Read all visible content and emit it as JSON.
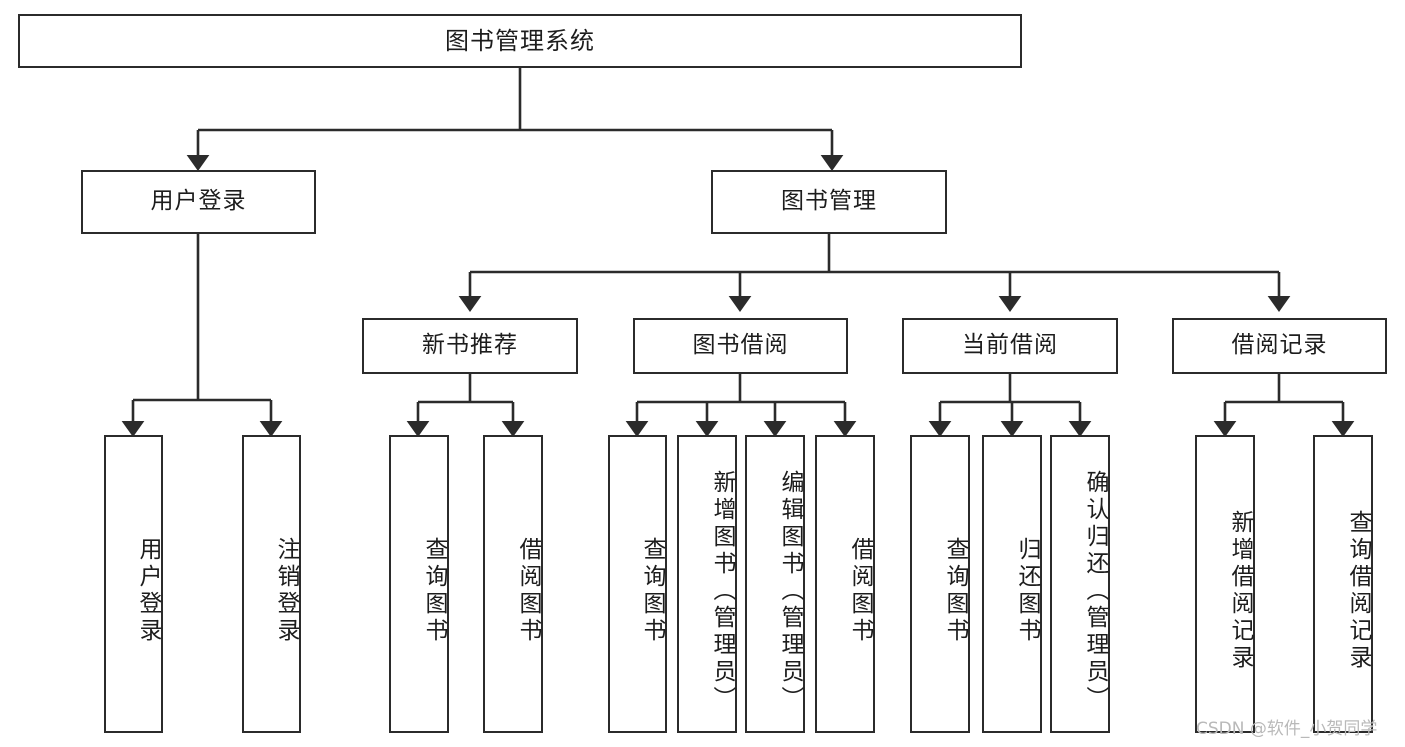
{
  "diagram": {
    "title": "图书管理系统",
    "type": "tree",
    "watermark": "CSDN @软件_小贺同学",
    "colors": {
      "border": "#2b2b2b",
      "background": "#ffffff",
      "text": "#1d1d1d",
      "watermark": "#b9b9b9"
    },
    "nodes": {
      "root": {
        "label": "图书管理系统"
      },
      "level2": [
        {
          "id": "user-login",
          "label": "用户登录"
        },
        {
          "id": "book-management",
          "label": "图书管理"
        }
      ],
      "level3": [
        {
          "id": "new-book-recommend",
          "label": "新书推荐"
        },
        {
          "id": "book-borrow",
          "label": "图书借阅"
        },
        {
          "id": "current-borrow",
          "label": "当前借阅"
        },
        {
          "id": "borrow-record",
          "label": "借阅记录"
        }
      ],
      "leaves": [
        {
          "id": "leaf-user-login",
          "label": "用户登录",
          "parent": "user-login"
        },
        {
          "id": "leaf-logout",
          "label": "注销登录",
          "parent": "user-login"
        },
        {
          "id": "leaf-query-book-1",
          "label": "查询图书",
          "parent": "new-book-recommend"
        },
        {
          "id": "leaf-borrow-book-1",
          "label": "借阅图书",
          "parent": "new-book-recommend"
        },
        {
          "id": "leaf-query-book-2",
          "label": "查询图书",
          "parent": "book-borrow"
        },
        {
          "id": "leaf-add-book",
          "label": "新增图书（管理员）",
          "parent": "book-borrow"
        },
        {
          "id": "leaf-edit-book",
          "label": "编辑图书（管理员）",
          "parent": "book-borrow"
        },
        {
          "id": "leaf-borrow-book-2",
          "label": "借阅图书",
          "parent": "book-borrow"
        },
        {
          "id": "leaf-query-book-3",
          "label": "查询图书",
          "parent": "current-borrow"
        },
        {
          "id": "leaf-return-book",
          "label": "归还图书",
          "parent": "current-borrow"
        },
        {
          "id": "leaf-confirm-return",
          "label": "确认归还（管理员）",
          "parent": "current-borrow"
        },
        {
          "id": "leaf-add-record",
          "label": "新增借阅记录",
          "parent": "borrow-record"
        },
        {
          "id": "leaf-query-record",
          "label": "查询借阅记录",
          "parent": "borrow-record"
        }
      ]
    }
  }
}
